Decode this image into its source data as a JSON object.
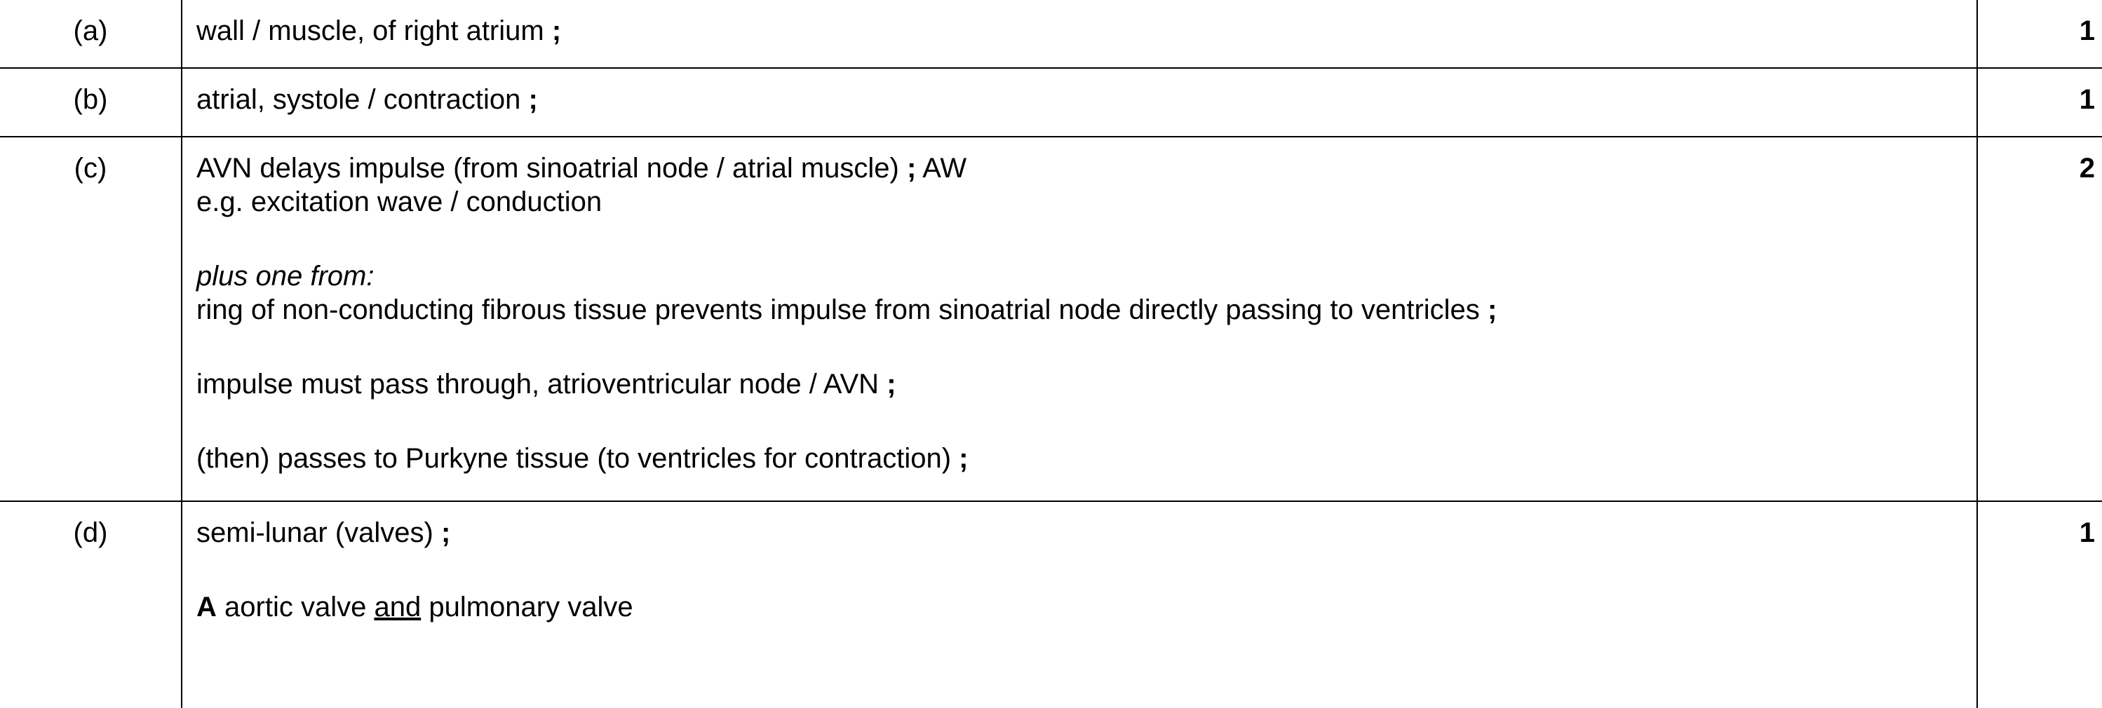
{
  "rows": [
    {
      "part": "(a)",
      "answer": "wall / muscle, of right atrium",
      "semicolon": ";",
      "marks": "1"
    },
    {
      "part": "(b)",
      "answer": "atrial, systole / contraction",
      "semicolon": ";",
      "marks": "1"
    },
    {
      "part": "(c)",
      "line1_text": "AVN delays impulse (from sinoatrial node / atrial muscle)",
      "line1_semicolon": ";",
      "line1_suffix": "AW",
      "line2": "e.g. excitation wave / conduction",
      "plus_one_from": "plus one from:",
      "point1_text": "ring of non-conducting fibrous tissue prevents impulse from sinoatrial node directly passing to ventricles",
      "point1_semicolon": ";",
      "point2_text": "impulse must pass through, atrioventricular node / AVN",
      "point2_semicolon": ";",
      "point3_text": "(then) passes to Purkyne tissue (to ventricles for contraction)",
      "point3_semicolon": ";",
      "marks": "2"
    },
    {
      "part": "(d)",
      "answer": "semi-lunar (valves)",
      "semicolon": ";",
      "accept_label": "A",
      "accept_pre": "aortic valve",
      "accept_and": "and",
      "accept_post": "pulmonary valve",
      "marks": "1"
    }
  ]
}
